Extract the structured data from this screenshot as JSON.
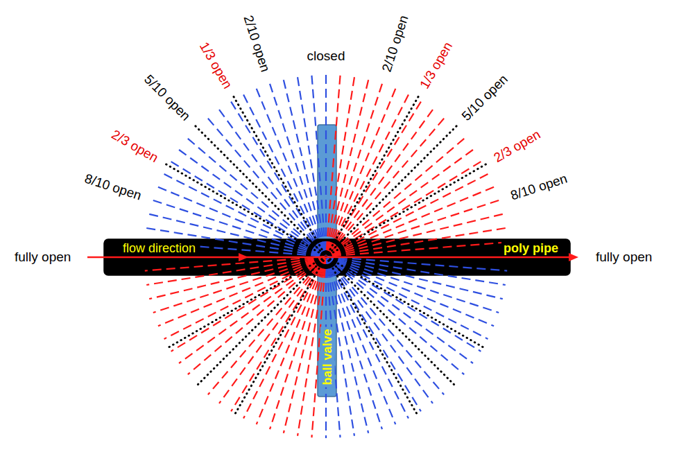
{
  "diagram": {
    "nodes": [
      {
        "text": [
          "ball valve"
        ]
      },
      {
        "text": [
          "flow direction",
          "poly pipe"
        ]
      }
    ],
    "labels": [
      "closed",
      "2/10 open",
      "1/3 open",
      "5/10 open",
      "2/3 open",
      "8/10 open",
      "2/10 open",
      "1/3 open",
      "5/10 open",
      "2/3 open",
      "8/10 open",
      "fully open",
      "fully open"
    ]
  }
}
